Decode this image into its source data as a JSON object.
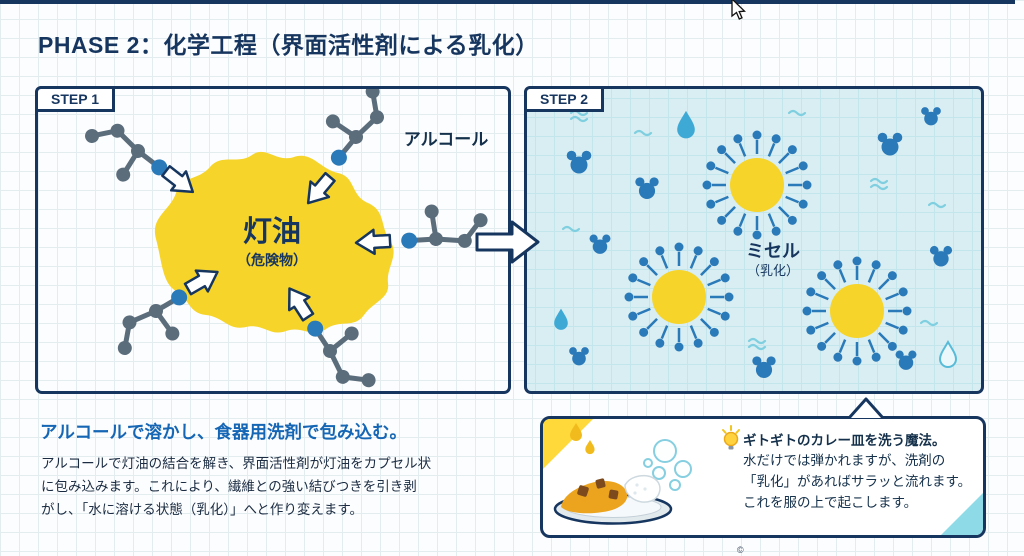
{
  "page": {
    "title": "PHASE 2：化学工程（界面活性剤による乳化）",
    "watermark": "©"
  },
  "step1": {
    "badge": "STEP 1",
    "alcohol_label": "アルコール",
    "blob_title": "灯油",
    "blob_subtitle": "（危険物）"
  },
  "step2": {
    "badge": "STEP 2",
    "micelle_title": "ミセル",
    "micelle_subtitle": "（乳化）"
  },
  "summary": {
    "heading": "アルコールで溶かし、食器用洗剤で包み込む。",
    "body": "アルコールで灯油の結合を解き、界面活性剤が灯油をカプセル状\nに包み込みます。これにより、繊維との強い結びつきを引き剥\nがし、「水に溶ける状態（乳化）」へと作り変えます。"
  },
  "tip": {
    "line1": "ギトギトのカレー皿を洗う魔法。",
    "body": "水だけでは弾かれますが、洗剤の\n「乳化」があればサラッと流れます。\nこれを服の上で起こします。"
  },
  "colors": {
    "navy": "#17365f",
    "kerosene_yellow": "#f6d42a",
    "molecule_gray": "#5b6c7b",
    "water_blue": "#2a79b8",
    "panel2_cyan": "#d8eef2",
    "heading_blue": "#1566b4",
    "corner_yellow": "#ffd839",
    "corner_cyan": "#8edbe7"
  }
}
